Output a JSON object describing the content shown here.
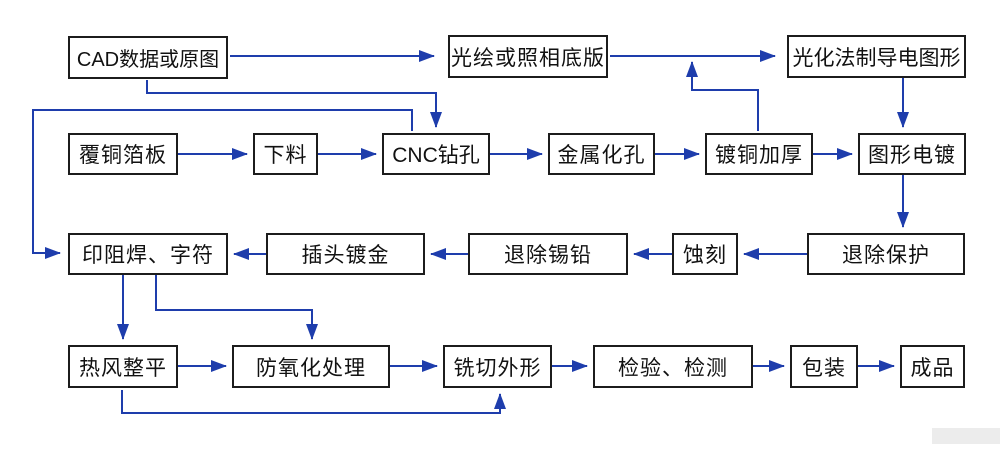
{
  "diagram": {
    "type": "flowchart",
    "nodes": {
      "cad": {
        "label": "CAD数据或原图"
      },
      "photoplot": {
        "label": "光绘或照相底版"
      },
      "photochem": {
        "label": "光化法制导电图形"
      },
      "ccl": {
        "label": "覆铜箔板"
      },
      "cutting": {
        "label": "下料"
      },
      "cnc": {
        "label": "CNC钻孔"
      },
      "pth": {
        "label": "金属化孔"
      },
      "copper_plating": {
        "label": "镀铜加厚"
      },
      "pattern_plating": {
        "label": "图形电镀"
      },
      "solder_mask": {
        "label": "印阻焊、字符"
      },
      "gold_finger": {
        "label": "插头镀金"
      },
      "strip_tin": {
        "label": "退除锡铅"
      },
      "etching": {
        "label": "蚀刻"
      },
      "strip_resist": {
        "label": "退除保护"
      },
      "hasl": {
        "label": "热风整平"
      },
      "anti_oxidation": {
        "label": "防氧化处理"
      },
      "routing": {
        "label": "铣切外形"
      },
      "inspection": {
        "label": "检验、检测"
      },
      "packing": {
        "label": "包装"
      },
      "finished": {
        "label": "成品"
      }
    },
    "edges": [
      {
        "from": "CAD数据或原图",
        "to": "光绘或照相底版"
      },
      {
        "from": "CAD数据或原图",
        "to": "CNC钻孔"
      },
      {
        "from": "光绘或照相底版",
        "to": "光化法制导电图形"
      },
      {
        "from": "镀铜加厚",
        "to": "光化法制导电图形"
      },
      {
        "from": "光化法制导电图形",
        "to": "图形电镀"
      },
      {
        "from": "覆铜箔板",
        "to": "下料"
      },
      {
        "from": "下料",
        "to": "CNC钻孔"
      },
      {
        "from": "CNC钻孔",
        "to": "金属化孔"
      },
      {
        "from": "CNC钻孔",
        "to": "印阻焊、字符"
      },
      {
        "from": "金属化孔",
        "to": "镀铜加厚"
      },
      {
        "from": "镀铜加厚",
        "to": "图形电镀"
      },
      {
        "from": "图形电镀",
        "to": "退除保护"
      },
      {
        "from": "退除保护",
        "to": "蚀刻"
      },
      {
        "from": "蚀刻",
        "to": "退除锡铅"
      },
      {
        "from": "退除锡铅",
        "to": "插头镀金"
      },
      {
        "from": "插头镀金",
        "to": "印阻焊、字符"
      },
      {
        "from": "印阻焊、字符",
        "to": "热风整平"
      },
      {
        "from": "印阻焊、字符",
        "to": "防氧化处理"
      },
      {
        "from": "热风整平",
        "to": "防氧化处理"
      },
      {
        "from": "热风整平",
        "to": "铣切外形"
      },
      {
        "from": "防氧化处理",
        "to": "铣切外形"
      },
      {
        "from": "铣切外形",
        "to": "检验、检测"
      },
      {
        "from": "检验、检测",
        "to": "包装"
      },
      {
        "from": "包装",
        "to": "成品"
      }
    ],
    "colors": {
      "arrow": "#1e3dac",
      "box_border": "#1c1c1c",
      "box_fill": "#ffffff",
      "background": "#ffffff",
      "text": "#111111"
    }
  }
}
